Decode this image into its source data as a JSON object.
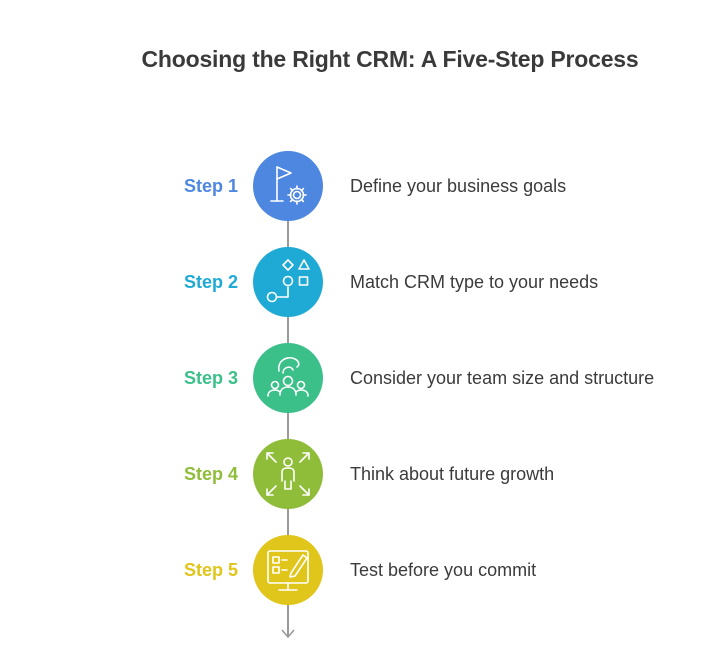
{
  "title": "Choosing the Right CRM: A Five-Step Process",
  "steps": [
    {
      "label": "Step 1",
      "text": "Define your business goals",
      "color": "#4d87e0",
      "icon": "flag-gear-icon"
    },
    {
      "label": "Step 2",
      "text": "Match CRM type to your needs",
      "color": "#1faad6",
      "icon": "shapes-icon"
    },
    {
      "label": "Step 3",
      "text": "Consider your team size and structure",
      "color": "#3cc08a",
      "icon": "team-icon"
    },
    {
      "label": "Step 4",
      "text": "Think about future growth",
      "color": "#8fbd3a",
      "icon": "person-expand-icon"
    },
    {
      "label": "Step 5",
      "text": "Test before you commit",
      "color": "#e0c51a",
      "icon": "edit-screen-icon"
    }
  ]
}
